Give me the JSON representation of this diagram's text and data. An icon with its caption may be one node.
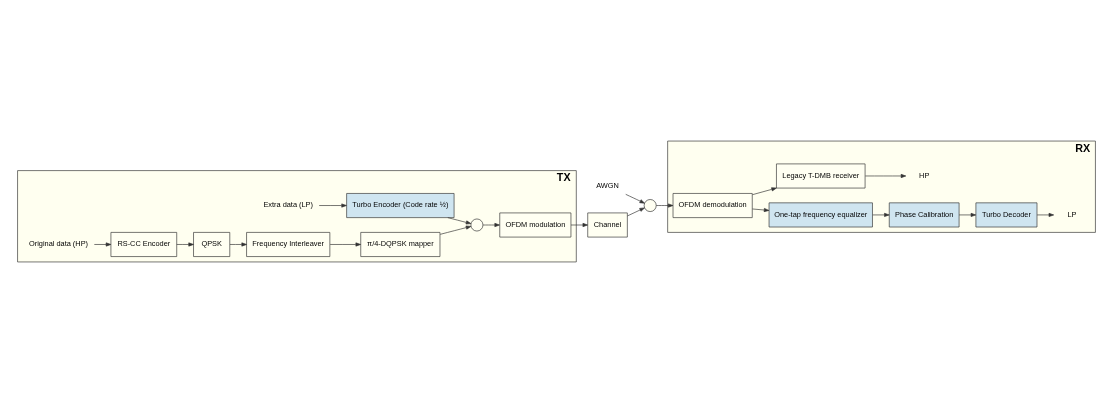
{
  "diagram": {
    "nodes": [
      {
        "text": [
          "TX"
        ]
      },
      {
        "text": [
          "Extra data (LP)"
        ],
        "in": 0
      },
      {
        "text": [
          "Turbo Encoder (Code rate ½)"
        ],
        "in": 0
      },
      {
        "text": [
          "Original data (HP)"
        ],
        "in": 0
      },
      {
        "text": [
          "RS-CC Encoder"
        ],
        "in": 0
      },
      {
        "text": [
          "QPSK"
        ],
        "in": 0
      },
      {
        "text": [
          "Frequency Interleaver"
        ],
        "in": 0
      },
      {
        "text": [
          "π/4-DQPSK mapper"
        ],
        "in": 0
      },
      {
        "text": [],
        "shape": "circle",
        "in": 0
      },
      {
        "text": [
          "OFDM modulation"
        ],
        "in": 0
      },
      {
        "text": [
          "Channel"
        ]
      },
      {
        "text": [],
        "shape": "circle"
      },
      {
        "text": [
          "AWGN"
        ]
      },
      {
        "text": [
          "RX"
        ]
      },
      {
        "text": [
          "LP"
        ],
        "in": 13
      },
      {
        "text": [
          "Turbo Decoder"
        ],
        "in": 13
      },
      {
        "text": [
          "Phase Calibration"
        ],
        "in": 13
      },
      {
        "text": [
          "One-tap frequency equalizer"
        ],
        "in": 13
      },
      {
        "text": [
          "OFDM demodulation"
        ],
        "in": 13
      },
      {
        "text": [
          "HP"
        ],
        "in": 13
      },
      {
        "text": [
          "Legacy T-DMB receiver"
        ],
        "in": 13
      }
    ],
    "edges": [
      {
        "from": 1,
        "to": 2,
        "arrow": "to"
      },
      {
        "from": 2,
        "to": 8,
        "arrow": "to"
      },
      {
        "from": 3,
        "to": 4,
        "arrow": "to"
      },
      {
        "from": 4,
        "to": 5,
        "arrow": "to"
      },
      {
        "from": 5,
        "to": 6,
        "arrow": "to"
      },
      {
        "from": 6,
        "to": 7,
        "arrow": "to"
      },
      {
        "from": 7,
        "to": 8,
        "arrow": "to"
      },
      {
        "from": 8,
        "to": 9,
        "arrow": "to"
      },
      {
        "from": 9,
        "to": 10,
        "arrow": "to"
      },
      {
        "from": 10,
        "to": 11,
        "arrow": "to"
      },
      {
        "from": 12,
        "to": 11,
        "arrow": "to"
      },
      {
        "from": 11,
        "to": 18,
        "arrow": "to"
      },
      {
        "from": 18,
        "to": 17,
        "arrow": "to"
      },
      {
        "from": 18,
        "to": 20,
        "arrow": "to"
      },
      {
        "from": 17,
        "to": 16,
        "arrow": "to"
      },
      {
        "from": 16,
        "to": 15,
        "arrow": "to"
      },
      {
        "from": 15,
        "to": 14,
        "arrow": "to"
      },
      {
        "from": 20,
        "to": 19,
        "arrow": "to"
      }
    ]
  }
}
